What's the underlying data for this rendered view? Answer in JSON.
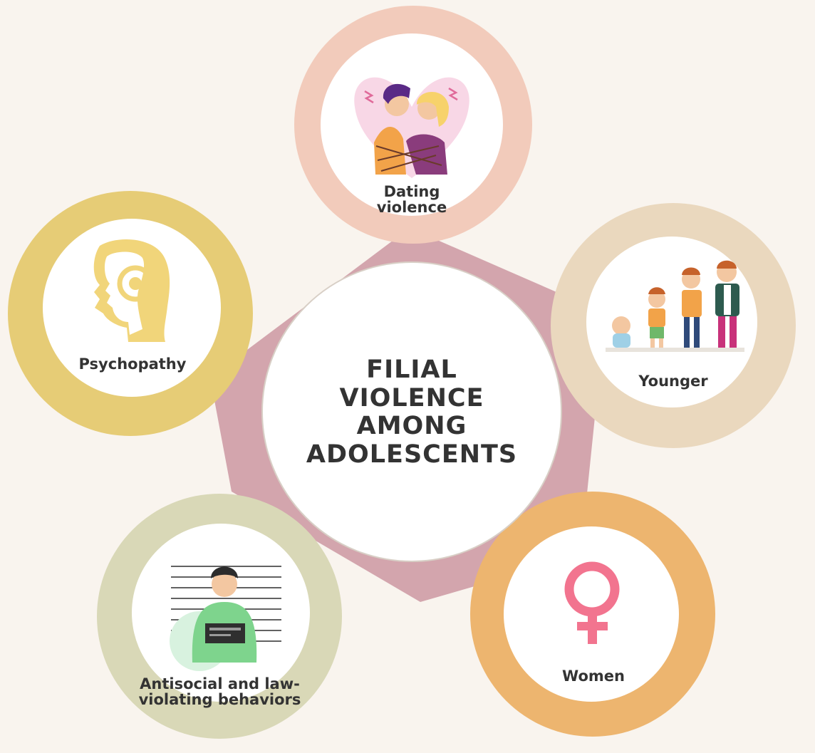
{
  "diagram": {
    "center_title": "FILIAL\nVIOLENCE\nAMONG\nADOLESCENTS",
    "nodes": {
      "dating_violence": {
        "label": "Dating\nviolence",
        "icon": "couple-arguing-icon",
        "color": "#f2cbbb"
      },
      "younger": {
        "label": "Younger",
        "icon": "children-growth-icon",
        "color": "#ead8be"
      },
      "women": {
        "label": "Women",
        "icon": "female-symbol-icon",
        "color": "#edb56f"
      },
      "antisocial": {
        "label": "Antisocial and law-\nviolating behaviors",
        "icon": "mugshot-person-icon",
        "color": "#d9d8b7"
      },
      "psychopathy": {
        "label": "Psychopathy",
        "icon": "head-profile-icon",
        "color": "#e6cc76"
      }
    },
    "colors": {
      "background": "#f9f4ee",
      "pentagon": "#d3a5ad",
      "center_circle": "#ffffff",
      "text": "#333333"
    }
  }
}
